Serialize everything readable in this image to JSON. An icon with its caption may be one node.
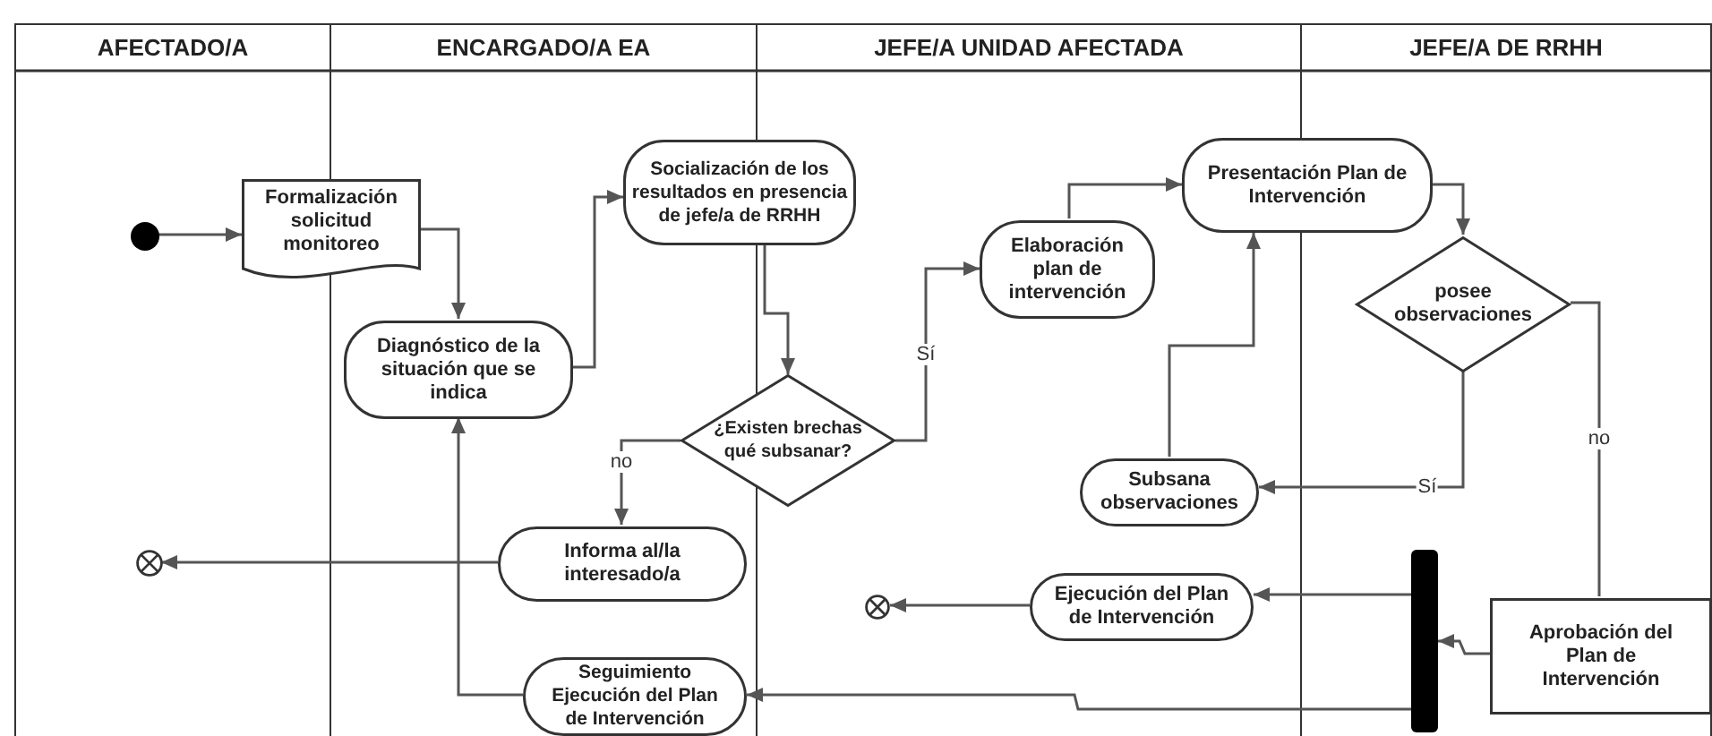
{
  "diagram": {
    "nodes": [
      {
        "text": [
          "AFECTADO/A"
        ]
      },
      {
        "text": [
          "ENCARGADO/A EA"
        ]
      },
      {
        "text": [
          "JEFE/A UNIDAD AFECTADA"
        ]
      },
      {
        "text": [
          "JEFE/A DE RRHH"
        ]
      },
      {
        "text": [],
        "shape": "dot",
        "in": 0
      },
      {
        "text": [
          "Formalización solicitud monitoreo"
        ]
      },
      {
        "text": [
          "Socialización de los resultados en presencia de jefe/a de RRHH"
        ]
      },
      {
        "text": [
          "Presentación Plan de Intervención"
        ]
      },
      {
        "text": [
          "Elaboración plan de intervención"
        ],
        "in": 2
      },
      {
        "text": [
          "posee observaciones"
        ],
        "in": 3
      },
      {
        "text": [
          "Diagnóstico de la situación que se indica"
        ],
        "in": 1
      },
      {
        "text": [
          "¿Existen brechas qué subsanar?"
        ]
      },
      {
        "text": [
          "Subsana observaciones"
        ],
        "in": 2
      },
      {
        "text": [
          "Informa al/la interesado/a"
        ],
        "in": 1
      },
      {
        "text": [],
        "shape": "circle",
        "in": 0
      },
      {
        "text": [],
        "shape": "bar",
        "in": 3
      },
      {
        "text": [
          "Ejecución  del Plan de Intervención"
        ],
        "in": 2
      },
      {
        "text": [],
        "shape": "circle",
        "in": 2
      },
      {
        "text": [
          "Aprobación del Plan de Intervención"
        ],
        "in": 3
      },
      {
        "text": [
          "Seguimiento Ejecución  del Plan de Intervención"
        ],
        "in": 1
      }
    ],
    "edges": [
      {
        "from": 4,
        "to": 5,
        "arrow": "to"
      },
      {
        "from": 5,
        "to": 10,
        "arrow": "to"
      },
      {
        "from": 10,
        "to": 6,
        "arrow": "to"
      },
      {
        "from": 6,
        "to": 11,
        "arrow": "to"
      },
      {
        "from": 11,
        "to": 8,
        "arrow": "to",
        "label": "Sí"
      },
      {
        "from": 11,
        "to": 13,
        "arrow": "to",
        "label": "no"
      },
      {
        "from": 8,
        "to": 7,
        "arrow": "to"
      },
      {
        "from": 7,
        "to": 9,
        "arrow": "to"
      },
      {
        "from": 9,
        "to": 12,
        "arrow": "to",
        "label": "Sí"
      },
      {
        "from": 9,
        "to": 18,
        "arrow": "none",
        "label": "no"
      },
      {
        "from": 12,
        "to": 7,
        "arrow": "to"
      },
      {
        "from": 13,
        "to": 14,
        "arrow": "to"
      },
      {
        "from": 18,
        "to": 15,
        "arrow": "to"
      },
      {
        "from": 15,
        "to": 16,
        "arrow": "to"
      },
      {
        "from": 16,
        "to": 17,
        "arrow": "to"
      },
      {
        "from": 15,
        "to": 19,
        "arrow": "to"
      },
      {
        "from": 19,
        "to": 10,
        "arrow": "to"
      }
    ]
  }
}
